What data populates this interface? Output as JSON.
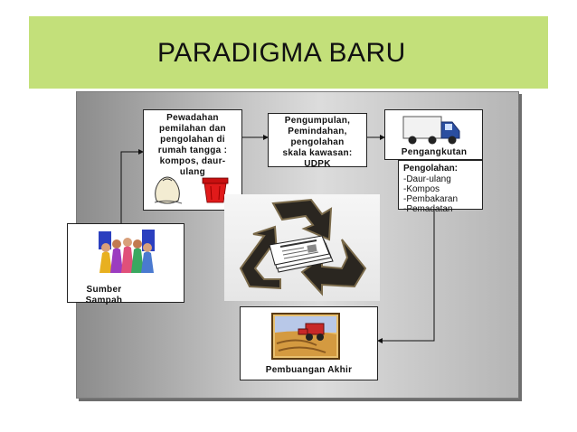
{
  "title": "PARADIGMA BARU",
  "colors": {
    "title_band": "#c3e07a",
    "bin_red": "#e01a1a",
    "truck_blue": "#2a4ea0"
  },
  "nodes": {
    "pewadahan": "Pewadahan\npemilahan dan\npengolahan di\nrumah tangga :\nkompos, daur-\nulang",
    "pengumpulan": "Pengumpulan,\nPemindahan,\npengolahan\nskala kawasan:\nUDPK",
    "pengangkutan": "Pengangkutan",
    "pengolahan_title": "Pengolahan:",
    "pengolahan_items": [
      "-Daur-ulang",
      "-Kompos",
      "-Pembakaran",
      "-Pemadatan"
    ],
    "sumber": "Sumber Sampah",
    "pembuangan": "Pembuangan Akhir"
  },
  "icons": [
    "sack-icon",
    "red-bin-icon",
    "truck-icon",
    "people-crowd-icon",
    "recycle-icon",
    "newspaper-stack-icon",
    "landfill-tractor-icon"
  ]
}
